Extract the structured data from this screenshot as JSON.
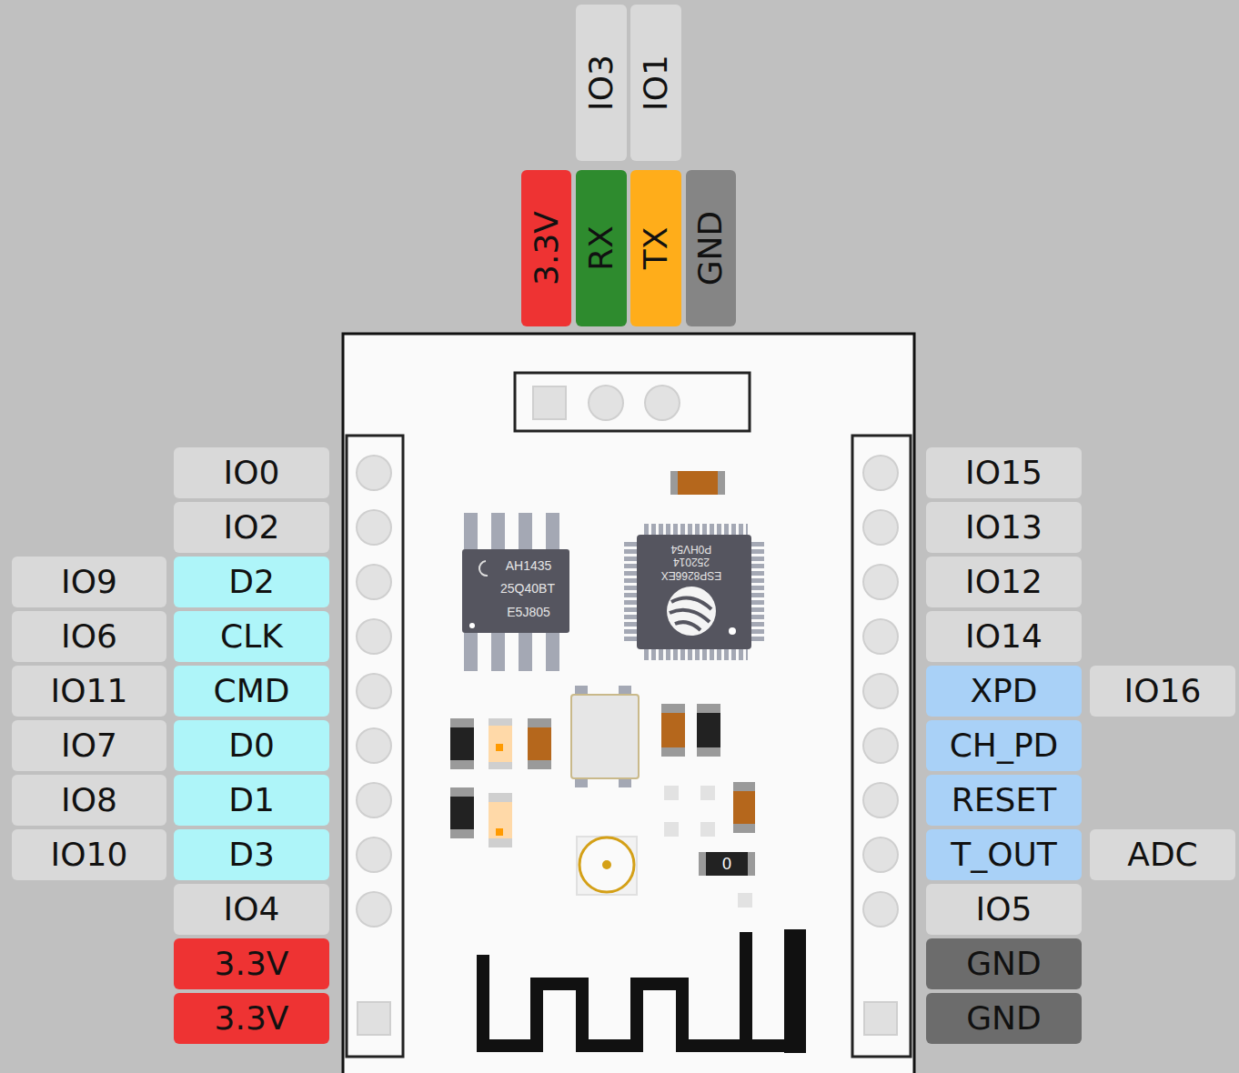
{
  "diagram": {
    "nodes": [
      {
        "text": [
          "IO3"
        ]
      },
      {
        "text": [
          "IO1"
        ]
      },
      {
        "text": [
          "3.3V"
        ]
      },
      {
        "text": [
          "RX"
        ]
      },
      {
        "text": [
          "TX"
        ]
      },
      {
        "text": [
          "GND"
        ]
      },
      {
        "text": [
          "IO0"
        ]
      },
      {
        "text": [
          "IO2"
        ]
      },
      {
        "text": [
          "IO9"
        ]
      },
      {
        "text": [
          "D2"
        ]
      },
      {
        "text": [
          "IO6"
        ]
      },
      {
        "text": [
          "CLK"
        ]
      },
      {
        "text": [
          "IO11"
        ]
      },
      {
        "text": [
          "CMD"
        ]
      },
      {
        "text": [
          "IO7"
        ]
      },
      {
        "text": [
          "D0"
        ]
      },
      {
        "text": [
          "IO8"
        ]
      },
      {
        "text": [
          "D1"
        ]
      },
      {
        "text": [
          "IO10"
        ]
      },
      {
        "text": [
          "D3"
        ]
      },
      {
        "text": [
          "IO4"
        ]
      },
      {
        "text": [
          "3.3V"
        ]
      },
      {
        "text": [
          "3.3V"
        ]
      },
      {
        "text": [
          "IO15"
        ]
      },
      {
        "text": [
          "IO13"
        ]
      },
      {
        "text": [
          "IO12"
        ]
      },
      {
        "text": [
          "IO14"
        ]
      },
      {
        "text": [
          "XPD"
        ]
      },
      {
        "text": [
          "IO16"
        ]
      },
      {
        "text": [
          "CH_PD"
        ]
      },
      {
        "text": [
          "RESET"
        ]
      },
      {
        "text": [
          "T_OUT"
        ]
      },
      {
        "text": [
          "ADC"
        ]
      },
      {
        "text": [
          "IO5"
        ]
      },
      {
        "text": [
          "GND"
        ]
      },
      {
        "text": [
          "GND"
        ]
      }
    ],
    "labels": [
      "AH1435",
      "25Q40BT",
      "E5J805",
      "ESP8266EX",
      "252014",
      "P0HV54",
      "0"
    ]
  }
}
